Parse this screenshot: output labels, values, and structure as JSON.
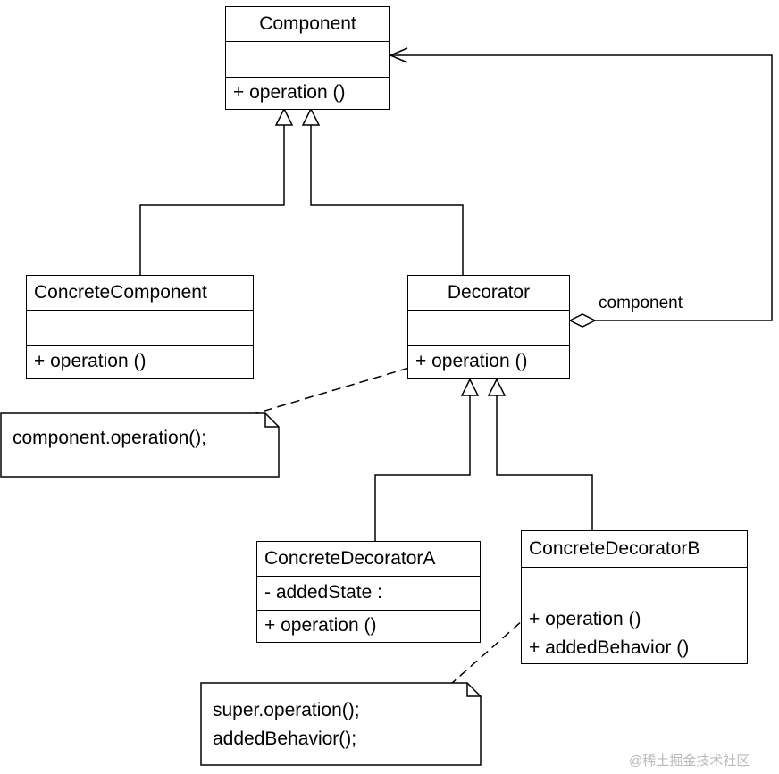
{
  "classes": {
    "component": {
      "name": "Component",
      "attributes": [],
      "operations": [
        "+  operation ()"
      ]
    },
    "concrete_component": {
      "name": "ConcreteComponent",
      "attributes": [],
      "operations": [
        "+  operation ()"
      ]
    },
    "decorator": {
      "name": "Decorator",
      "attributes": [],
      "operations": [
        "+  operation ()"
      ]
    },
    "concrete_decorator_a": {
      "name": "ConcreteDecoratorA",
      "attributes": [
        "-  addedState  :"
      ],
      "operations": [
        "+  operation ()"
      ]
    },
    "concrete_decorator_b": {
      "name": "ConcreteDecoratorB",
      "attributes": [],
      "operations": [
        "+  operation ()",
        "+  addedBehavior ()"
      ]
    }
  },
  "notes": {
    "decorator_note": [
      "component.operation();"
    ],
    "decorator_b_note": [
      "super.operation();",
      "addedBehavior();"
    ]
  },
  "association": {
    "role": "component"
  },
  "watermark": "@稀土掘金技术社区",
  "colors": {
    "line": "#000000",
    "background": "#ffffff",
    "watermark": "#b9b9b9"
  }
}
